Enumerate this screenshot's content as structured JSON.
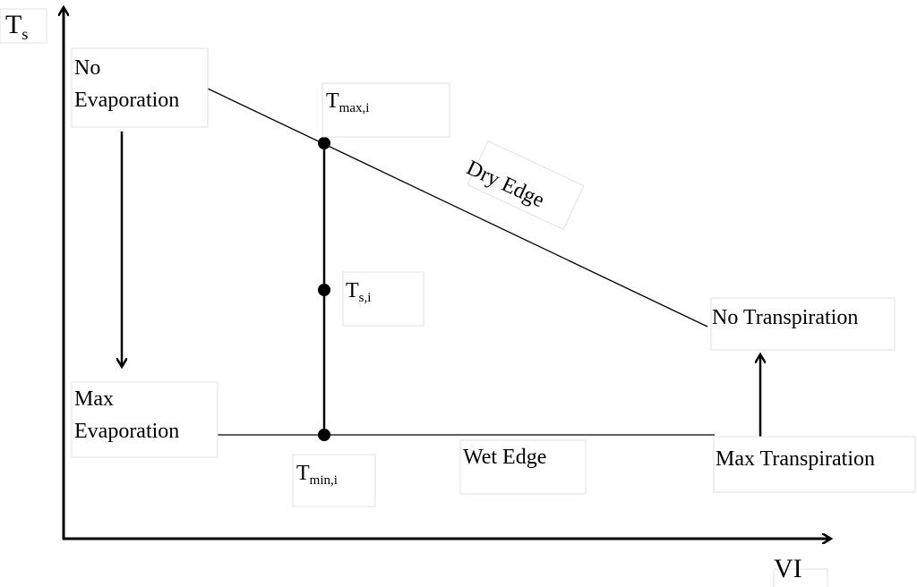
{
  "axes": {
    "y_main": "T",
    "y_sub": "s",
    "x": "VI"
  },
  "labels": {
    "no_evaporation": "No\nEvaporation",
    "max_evaporation": "Max\nEvaporation",
    "t_max_main": "T",
    "t_max_sub": "max,i",
    "t_s_main": "T",
    "t_s_sub": "s,i",
    "t_min_main": "T",
    "t_min_sub": "min,i",
    "dry_edge": "Dry Edge",
    "wet_edge": "Wet Edge",
    "no_transpiration": "No Transpiration",
    "max_transpiration": "Max Transpiration"
  }
}
